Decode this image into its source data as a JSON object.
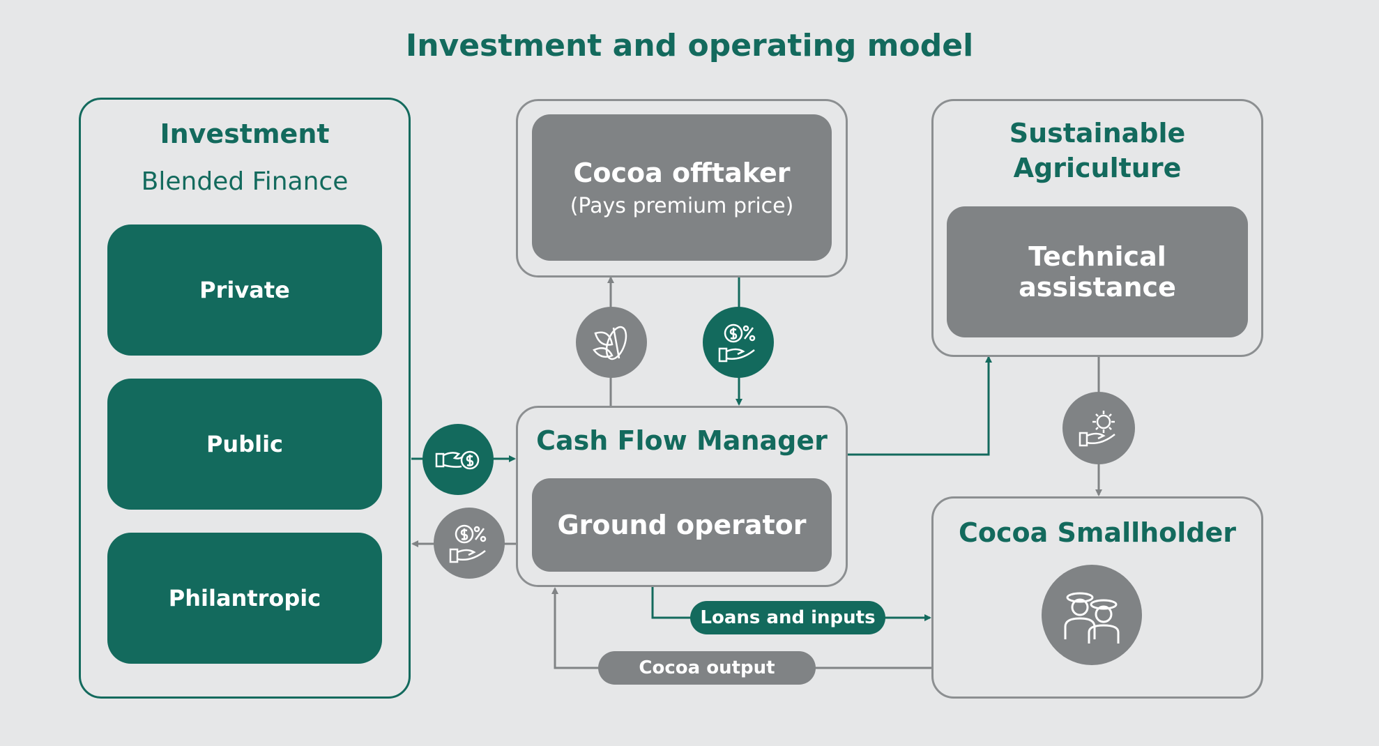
{
  "title": "Investment and operating model",
  "investment": {
    "heading": "Investment",
    "subheading": "Blended Finance",
    "sources": [
      "Private",
      "Public",
      "Philantropic"
    ]
  },
  "offtaker": {
    "title": "Cocoa offtaker",
    "subtitle": "(Pays premium price)"
  },
  "sustainable": {
    "heading_line1": "Sustainable",
    "heading_line2": "Agriculture",
    "box": "Technical assistance"
  },
  "cashflow": {
    "heading": "Cash Flow Manager",
    "box": "Ground operator"
  },
  "smallholder": {
    "heading": "Cocoa Smallholder"
  },
  "flows": {
    "loans": "Loans and inputs",
    "output": "Cocoa output"
  },
  "colors": {
    "green": "#136a5d",
    "grey": "#808385",
    "background": "#e6e7e8"
  },
  "icons": [
    "cocoa-pod-icon",
    "money-percent-hand-icon",
    "gear-hand-icon",
    "handshake-money-icon",
    "farmers-icon"
  ]
}
